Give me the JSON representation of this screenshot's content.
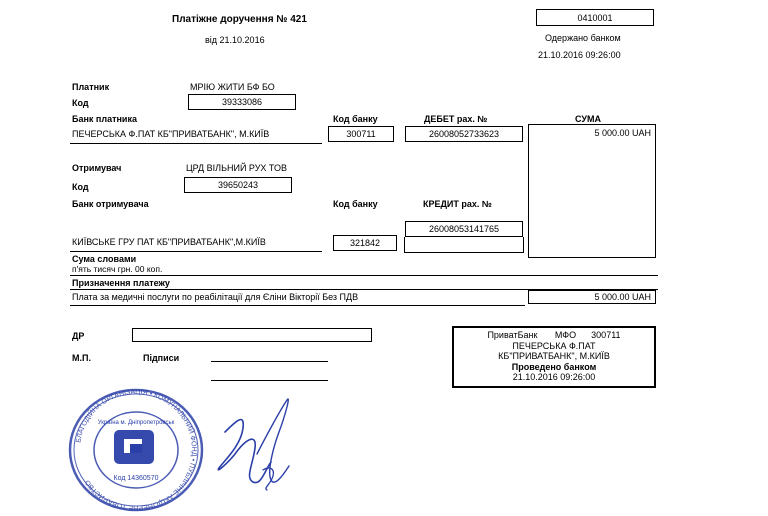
{
  "header": {
    "title": "Платіжне доручення  № 421",
    "date": "від 21.10.2016",
    "doc_code": "0410001",
    "received_label": "Одержано банком",
    "received_date": "21.10.2016 09:26:00"
  },
  "payer": {
    "label": "Платник",
    "name": "МРІЮ ЖИТИ БФ БО",
    "code_label": "Код",
    "code": "39333086",
    "bank_label": "Банк платника",
    "bank_name": "ПЕЧЕРСЬКА Ф.ПАТ КБ\"ПРИВАТБАНК\", М.КИЇВ",
    "bank_code_label": "Код банку",
    "bank_code": "300711",
    "debit_label": "ДЕБЕТ рах. №",
    "debit_account": "26008052733623"
  },
  "amount": {
    "label": "СУМА",
    "value": "5 000.00 UAH"
  },
  "recipient": {
    "label": "Отримувач",
    "name": "ЦРД ВІЛЬНИЙ РУХ ТОВ",
    "code_label": "Код",
    "code": "39650243",
    "bank_label": "Банк отримувача",
    "bank_name": "КИЇВСЬКЕ ГРУ ПАТ КБ\"ПРИВАТБАНК\",М.КИЇВ",
    "bank_code_label": "Код банку",
    "bank_code": "321842",
    "credit_label": "КРЕДИТ рах. №",
    "credit_account": "26008053141765"
  },
  "amount_words": {
    "label": "Сума словами",
    "value": "п'ять тисяч грн. 00 коп."
  },
  "purpose": {
    "label": "Призначення платежу",
    "value": "Плата за медичні послуги по реабілітації для Єліни Вікторії Без ПДВ",
    "amount": "5 000.00 UAH"
  },
  "footer": {
    "dr_label": "ДР",
    "mp_label": "М.П.",
    "signatures_label": "Підписи"
  },
  "bank_stamp": {
    "bank": "ПриватБанк",
    "mfo_label": "МФО",
    "mfo": "300711",
    "line1": "ПЕЧЕРСЬКА Ф.ПАТ",
    "line2": "КБ\"ПРИВАТБАНК\", М.КИЇВ",
    "line3": "Проведено банком",
    "line4": "21.10.2016 09:26:00"
  },
  "seal": {
    "ring_text": "БЛАГОДІЙНА ОРГАНІЗАЦІЯ • КОМУНАЛЬНИЙ ФОНД • ПУБЛІЧНЕ АКЦІОНЕРНЕ ТОВАРИСТВО",
    "city_text": "Україна  м. Дніпропетровськ",
    "code_text": "Код 14360570"
  },
  "colors": {
    "ink": "#000000",
    "seal_blue": "#2b3fa8"
  }
}
